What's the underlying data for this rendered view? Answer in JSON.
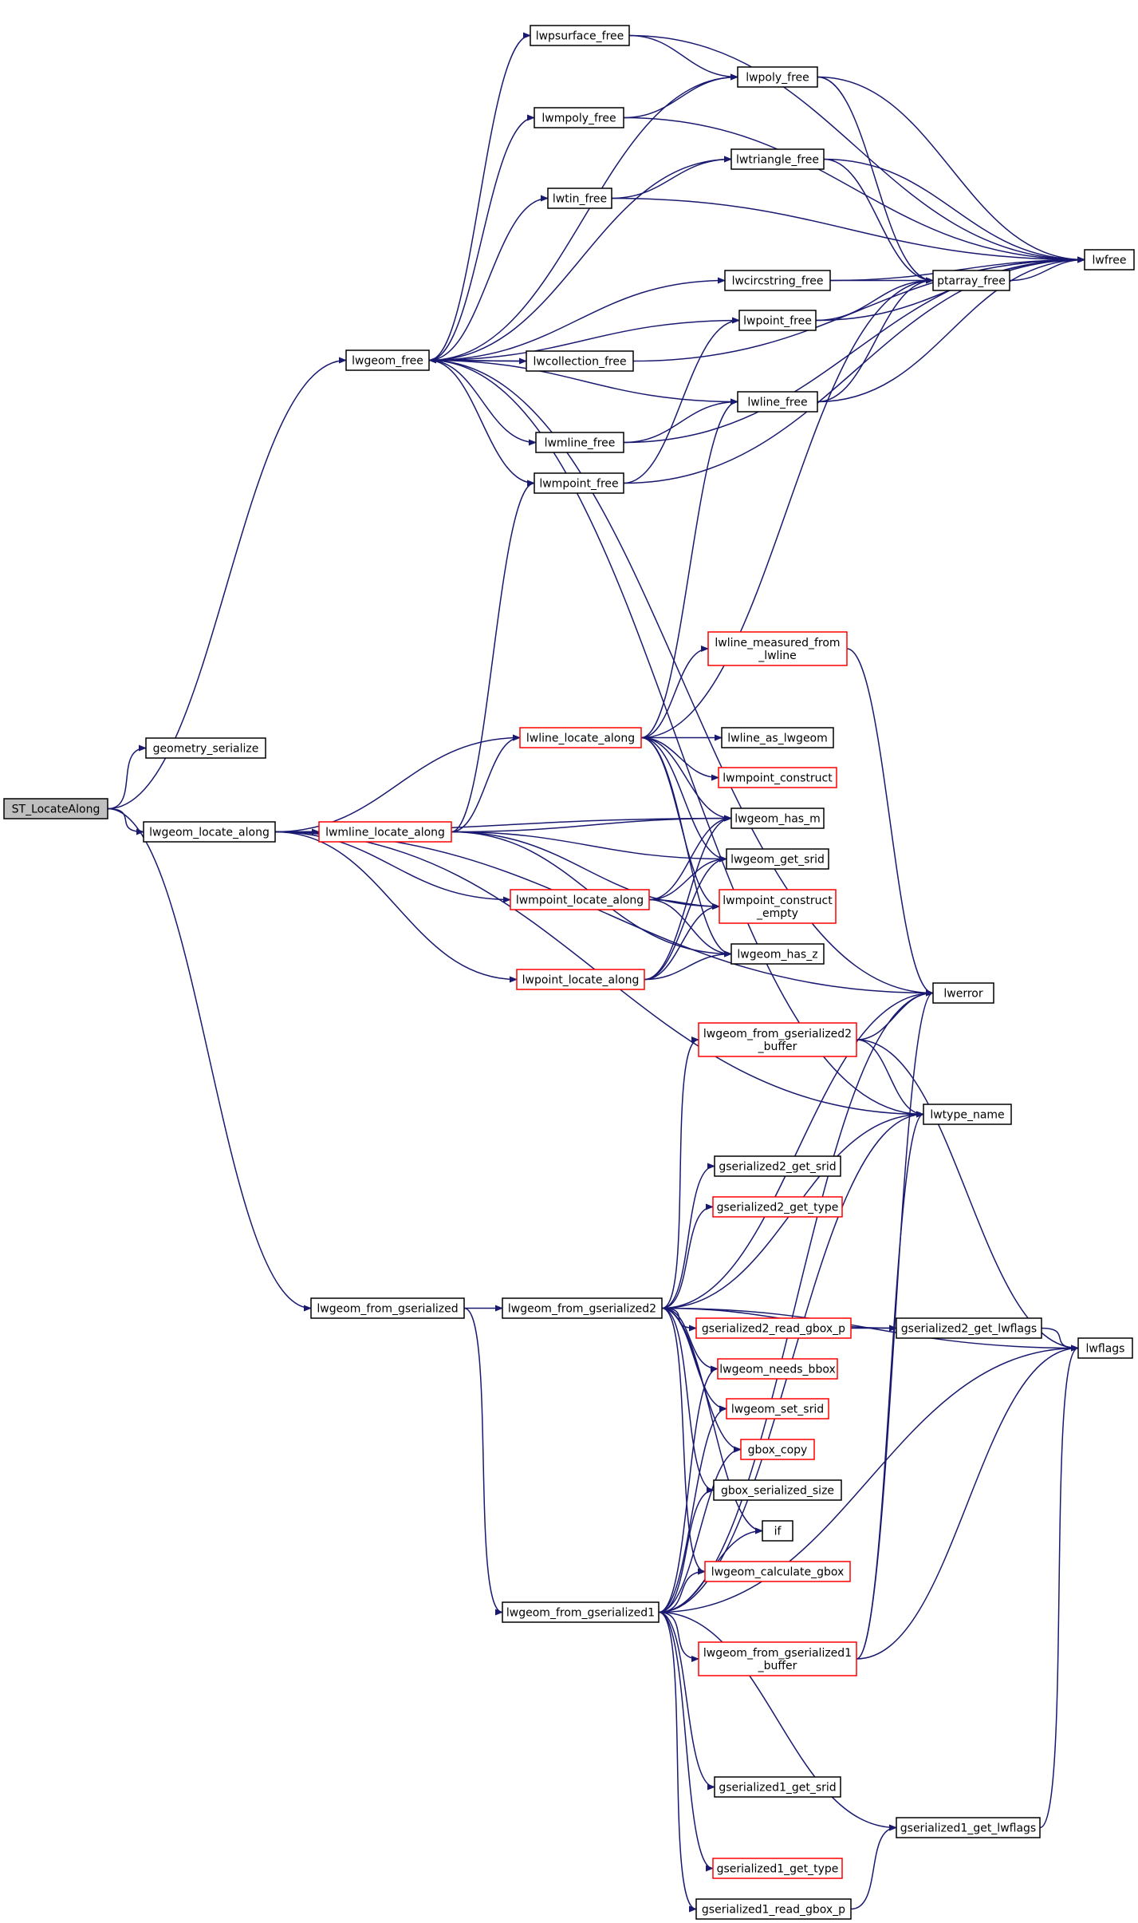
{
  "nodes": [
    {
      "id": "st",
      "lines": [
        "ST_LocateAlong"
      ],
      "style": "root"
    },
    {
      "id": "gs",
      "lines": [
        "geometry_serialize"
      ],
      "style": "normal"
    },
    {
      "id": "lla",
      "lines": [
        "lwgeom_locate_along"
      ],
      "style": "normal"
    },
    {
      "id": "lgf",
      "lines": [
        "lwgeom_from_gserialized"
      ],
      "style": "normal"
    },
    {
      "id": "lfree",
      "lines": [
        "lwgeom_free"
      ],
      "style": "normal"
    },
    {
      "id": "lmla",
      "lines": [
        "lwmline_locate_along"
      ],
      "style": "red"
    },
    {
      "id": "lmpla",
      "lines": [
        "lwmpoint_locate_along"
      ],
      "style": "red"
    },
    {
      "id": "lpla",
      "lines": [
        "lwpoint_locate_along"
      ],
      "style": "red"
    },
    {
      "id": "llla",
      "lines": [
        "lwline_locate_along"
      ],
      "style": "red"
    },
    {
      "id": "lgf2",
      "lines": [
        "lwgeom_from_gserialized2"
      ],
      "style": "normal"
    },
    {
      "id": "lgf1",
      "lines": [
        "lwgeom_from_gserialized1"
      ],
      "style": "normal"
    },
    {
      "id": "lpsf",
      "lines": [
        "lwpsurface_free"
      ],
      "style": "normal"
    },
    {
      "id": "lmpolyf",
      "lines": [
        "lwmpoly_free"
      ],
      "style": "normal"
    },
    {
      "id": "ltinf",
      "lines": [
        "lwtin_free"
      ],
      "style": "normal"
    },
    {
      "id": "lcollf",
      "lines": [
        "lwcollection_free"
      ],
      "style": "normal"
    },
    {
      "id": "lmlinef",
      "lines": [
        "lwmline_free"
      ],
      "style": "normal"
    },
    {
      "id": "lmpointf",
      "lines": [
        "lwmpoint_free"
      ],
      "style": "normal"
    },
    {
      "id": "lpolyf",
      "lines": [
        "lwpoly_free"
      ],
      "style": "normal"
    },
    {
      "id": "ltrif",
      "lines": [
        "lwtriangle_free"
      ],
      "style": "normal"
    },
    {
      "id": "lcircf",
      "lines": [
        "lwcircstring_free"
      ],
      "style": "normal"
    },
    {
      "id": "lpointf",
      "lines": [
        "lwpoint_free"
      ],
      "style": "normal"
    },
    {
      "id": "llinef",
      "lines": [
        "lwline_free"
      ],
      "style": "normal"
    },
    {
      "id": "lmfl",
      "lines": [
        "lwline_measured_from",
        "_lwline"
      ],
      "style": "red"
    },
    {
      "id": "laslw",
      "lines": [
        "lwline_as_lwgeom"
      ],
      "style": "normal"
    },
    {
      "id": "lmpc",
      "lines": [
        "lwmpoint_construct"
      ],
      "style": "red"
    },
    {
      "id": "lhasm",
      "lines": [
        "lwgeom_has_m"
      ],
      "style": "normal"
    },
    {
      "id": "lgsrid",
      "lines": [
        "lwgeom_get_srid"
      ],
      "style": "normal"
    },
    {
      "id": "lmpce",
      "lines": [
        "lwmpoint_construct",
        "_empty"
      ],
      "style": "red"
    },
    {
      "id": "lhasz",
      "lines": [
        "lwgeom_has_z"
      ],
      "style": "normal"
    },
    {
      "id": "lgf2b",
      "lines": [
        "lwgeom_from_gserialized2",
        "_buffer"
      ],
      "style": "red"
    },
    {
      "id": "gs2srid",
      "lines": [
        "gserialized2_get_srid"
      ],
      "style": "normal"
    },
    {
      "id": "gs2type",
      "lines": [
        "gserialized2_get_type"
      ],
      "style": "red"
    },
    {
      "id": "gs2rgb",
      "lines": [
        "gserialized2_read_gbox_p"
      ],
      "style": "red"
    },
    {
      "id": "lneedb",
      "lines": [
        "lwgeom_needs_bbox"
      ],
      "style": "red"
    },
    {
      "id": "lsetsrid",
      "lines": [
        "lwgeom_set_srid"
      ],
      "style": "red"
    },
    {
      "id": "gboxc",
      "lines": [
        "gbox_copy"
      ],
      "style": "red"
    },
    {
      "id": "gboxss",
      "lines": [
        "gbox_serialized_size"
      ],
      "style": "normal"
    },
    {
      "id": "iff",
      "lines": [
        "if"
      ],
      "style": "normal"
    },
    {
      "id": "lcalcg",
      "lines": [
        "lwgeom_calculate_gbox"
      ],
      "style": "red"
    },
    {
      "id": "lgf1b",
      "lines": [
        "lwgeom_from_gserialized1",
        "_buffer"
      ],
      "style": "red"
    },
    {
      "id": "gs1srid",
      "lines": [
        "gserialized1_get_srid"
      ],
      "style": "normal"
    },
    {
      "id": "gs1type",
      "lines": [
        "gserialized1_get_type"
      ],
      "style": "red"
    },
    {
      "id": "gs1rgb",
      "lines": [
        "gserialized1_read_gbox_p"
      ],
      "style": "normal"
    },
    {
      "id": "ptaf",
      "lines": [
        "ptarray_free"
      ],
      "style": "normal"
    },
    {
      "id": "lwerror",
      "lines": [
        "lwerror"
      ],
      "style": "normal"
    },
    {
      "id": "lwtn",
      "lines": [
        "lwtype_name"
      ],
      "style": "normal"
    },
    {
      "id": "gs2flags",
      "lines": [
        "gserialized2_get_lwflags"
      ],
      "style": "normal"
    },
    {
      "id": "gs1flags",
      "lines": [
        "gserialized1_get_lwflags"
      ],
      "style": "normal"
    },
    {
      "id": "lwfree",
      "lines": [
        "lwfree"
      ],
      "style": "normal"
    },
    {
      "id": "lwflags",
      "lines": [
        "lwflags"
      ],
      "style": "normal"
    }
  ],
  "edges": [
    [
      "st",
      "gs"
    ],
    [
      "st",
      "lla"
    ],
    [
      "st",
      "lfree"
    ],
    [
      "st",
      "lgf"
    ],
    [
      "lla",
      "lmla"
    ],
    [
      "lla",
      "lmpla"
    ],
    [
      "lla",
      "lpla"
    ],
    [
      "lla",
      "llla"
    ],
    [
      "lla",
      "lhasm"
    ],
    [
      "lla",
      "lwerror"
    ],
    [
      "lla",
      "lwtn"
    ],
    [
      "lmla",
      "llla"
    ],
    [
      "lmla",
      "lmpointf"
    ],
    [
      "lmla",
      "lhasm"
    ],
    [
      "lmla",
      "lgsrid"
    ],
    [
      "lmla",
      "lmpce"
    ],
    [
      "lmla",
      "lhasz"
    ],
    [
      "lmpla",
      "lhasm"
    ],
    [
      "lmpla",
      "lgsrid"
    ],
    [
      "lmpla",
      "lmpce"
    ],
    [
      "lmpla",
      "lhasz"
    ],
    [
      "lpla",
      "lhasm"
    ],
    [
      "lpla",
      "lgsrid"
    ],
    [
      "lpla",
      "lmpce"
    ],
    [
      "lpla",
      "lhasz"
    ],
    [
      "llla",
      "lmfl"
    ],
    [
      "llla",
      "laslw"
    ],
    [
      "llla",
      "lmpc"
    ],
    [
      "llla",
      "lhasm"
    ],
    [
      "llla",
      "lgsrid"
    ],
    [
      "llla",
      "lmpce"
    ],
    [
      "llla",
      "lhasz"
    ],
    [
      "llla",
      "llinef"
    ],
    [
      "llla",
      "ptaf"
    ],
    [
      "lmfl",
      "lwerror"
    ],
    [
      "lfree",
      "lpsf"
    ],
    [
      "lfree",
      "lpolyf"
    ],
    [
      "lfree",
      "lmpolyf"
    ],
    [
      "lfree",
      "ltrif"
    ],
    [
      "lfree",
      "ltinf"
    ],
    [
      "lfree",
      "lcircf"
    ],
    [
      "lfree",
      "lpointf"
    ],
    [
      "lfree",
      "lcollf"
    ],
    [
      "lfree",
      "llinef"
    ],
    [
      "lfree",
      "lmlinef"
    ],
    [
      "lfree",
      "lmpointf"
    ],
    [
      "lfree",
      "lwerror"
    ],
    [
      "lfree",
      "lwtn"
    ],
    [
      "lpsf",
      "lpolyf"
    ],
    [
      "lpsf",
      "lwfree"
    ],
    [
      "lmpolyf",
      "lpolyf"
    ],
    [
      "lmpolyf",
      "lwfree"
    ],
    [
      "ltinf",
      "ltrif"
    ],
    [
      "ltinf",
      "lwfree"
    ],
    [
      "lcollf",
      "lfree"
    ],
    [
      "lcollf",
      "lwfree"
    ],
    [
      "lmlinef",
      "llinef"
    ],
    [
      "lmlinef",
      "lwfree"
    ],
    [
      "lmpointf",
      "lpointf"
    ],
    [
      "lmpointf",
      "lwfree"
    ],
    [
      "lpolyf",
      "ptaf"
    ],
    [
      "lpolyf",
      "lwfree"
    ],
    [
      "ltrif",
      "ptaf"
    ],
    [
      "ltrif",
      "lwfree"
    ],
    [
      "lcircf",
      "ptaf"
    ],
    [
      "lcircf",
      "lwfree"
    ],
    [
      "lpointf",
      "ptaf"
    ],
    [
      "lpointf",
      "lwfree"
    ],
    [
      "llinef",
      "ptaf"
    ],
    [
      "llinef",
      "lwfree"
    ],
    [
      "ptaf",
      "lwfree"
    ],
    [
      "lgf",
      "lgf2"
    ],
    [
      "lgf",
      "lgf1"
    ],
    [
      "lgf2",
      "lwerror"
    ],
    [
      "lgf2",
      "lgf2b"
    ],
    [
      "lgf2",
      "lwtn"
    ],
    [
      "lgf2",
      "gs2srid"
    ],
    [
      "lgf2",
      "gs2type"
    ],
    [
      "lgf2",
      "gs2rgb"
    ],
    [
      "lgf2",
      "gs2flags"
    ],
    [
      "lgf2",
      "lwflags"
    ],
    [
      "lgf2",
      "lneedb"
    ],
    [
      "lgf2",
      "lsetsrid"
    ],
    [
      "lgf2",
      "gboxc"
    ],
    [
      "lgf2",
      "gboxss"
    ],
    [
      "lgf2",
      "iff"
    ],
    [
      "lgf2",
      "lcalcg"
    ],
    [
      "lgf2b",
      "lwerror"
    ],
    [
      "lgf2b",
      "lwtn"
    ],
    [
      "lgf2b",
      "lwflags"
    ],
    [
      "gs2rgb",
      "gs2flags"
    ],
    [
      "gs2flags",
      "lwflags"
    ],
    [
      "lgf1",
      "lneedb"
    ],
    [
      "lgf1",
      "lsetsrid"
    ],
    [
      "lgf1",
      "gboxc"
    ],
    [
      "lgf1",
      "gboxss"
    ],
    [
      "lgf1",
      "iff"
    ],
    [
      "lgf1",
      "lcalcg"
    ],
    [
      "lgf1",
      "lgf1b"
    ],
    [
      "lgf1",
      "lwerror"
    ],
    [
      "lgf1",
      "lwtn"
    ],
    [
      "lgf1",
      "lwflags"
    ],
    [
      "lgf1",
      "gs1srid"
    ],
    [
      "lgf1",
      "gs1type"
    ],
    [
      "lgf1",
      "gs1rgb"
    ],
    [
      "lgf1",
      "gs1flags"
    ],
    [
      "lgf1b",
      "lwerror"
    ],
    [
      "lgf1b",
      "lwtn"
    ],
    [
      "lgf1b",
      "lwflags"
    ],
    [
      "gs1rgb",
      "gs1flags"
    ],
    [
      "gs1flags",
      "lwflags"
    ]
  ]
}
